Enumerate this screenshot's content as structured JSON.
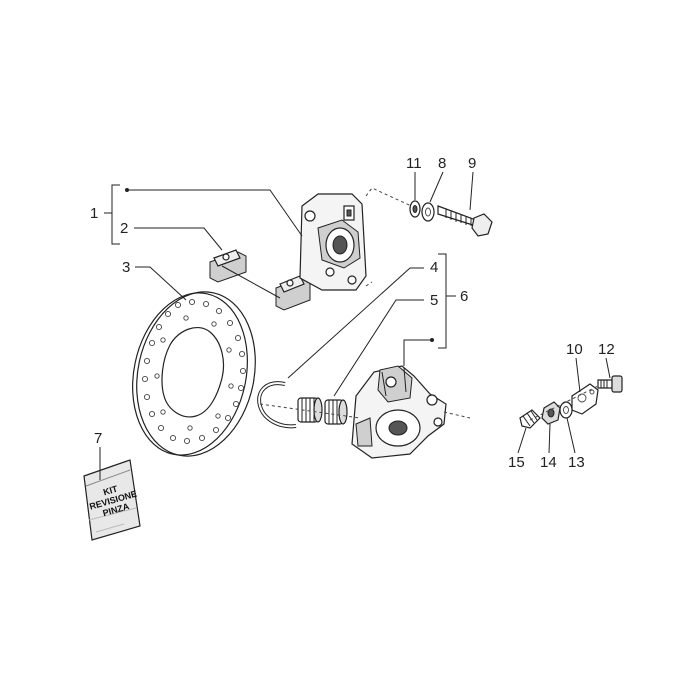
{
  "callouts": [
    {
      "id": "1",
      "label": "1"
    },
    {
      "id": "2",
      "label": "2"
    },
    {
      "id": "3",
      "label": "3"
    },
    {
      "id": "4",
      "label": "4"
    },
    {
      "id": "5",
      "label": "5"
    },
    {
      "id": "6",
      "label": "6"
    },
    {
      "id": "7",
      "label": "7"
    },
    {
      "id": "8",
      "label": "8"
    },
    {
      "id": "9",
      "label": "9"
    },
    {
      "id": "10",
      "label": "10"
    },
    {
      "id": "11",
      "label": "11"
    },
    {
      "id": "12",
      "label": "12"
    },
    {
      "id": "13",
      "label": "13"
    },
    {
      "id": "14",
      "label": "14"
    },
    {
      "id": "15",
      "label": "15"
    }
  ],
  "kit_bag": {
    "line1": "KIT",
    "line2": "REVISIONE",
    "line3": "PINZA"
  }
}
